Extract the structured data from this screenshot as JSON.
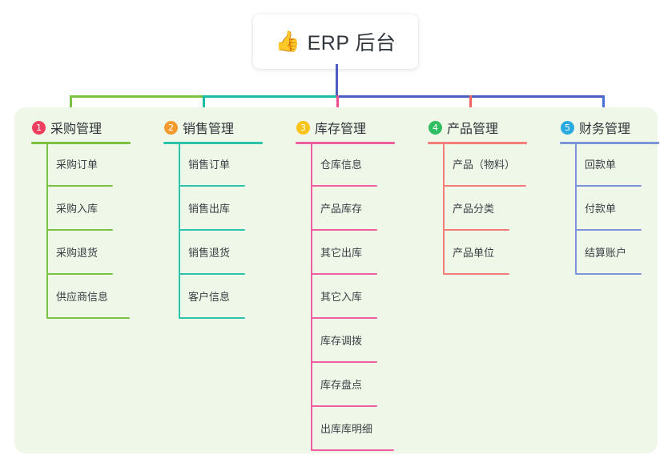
{
  "root": {
    "emoji": "👍",
    "emoji_name": "thumbs-up-emoji",
    "title": "ERP 后台"
  },
  "colors": {
    "panel_background": "#eff7e9",
    "page_background": "#ffffff",
    "text": "#2f3337",
    "trunk_blue": "#4d5cc0",
    "branch_green": "#7cc242",
    "branch_teal": "#18bfa5",
    "branch_pink": "#ef4d8f",
    "branch_red": "#f0625f",
    "branch_blue": "#4a6fd4",
    "badge_1": "#ef3f5e",
    "badge_2": "#f59a2e",
    "badge_3": "#fac315",
    "badge_4": "#2fbf62",
    "badge_5": "#29aae1"
  },
  "columns": [
    {
      "index": "1",
      "badge_color": "#ef3f5e",
      "line_color": "#7cc242",
      "title": "采购管理",
      "items": [
        {
          "label": "采购订单"
        },
        {
          "label": "采购入库"
        },
        {
          "label": "采购退货"
        },
        {
          "label": "供应商信息"
        }
      ]
    },
    {
      "index": "2",
      "badge_color": "#f59a2e",
      "line_color": "#2cc3ad",
      "title": "销售管理",
      "items": [
        {
          "label": "销售订单"
        },
        {
          "label": "销售出库"
        },
        {
          "label": "销售退货"
        },
        {
          "label": "客户信息"
        }
      ]
    },
    {
      "index": "3",
      "badge_color": "#fac315",
      "line_color": "#ef5fa0",
      "title": "库存管理",
      "items": [
        {
          "label": "仓库信息"
        },
        {
          "label": "产品库存"
        },
        {
          "label": "其它出库"
        },
        {
          "label": "其它入库"
        },
        {
          "label": "库存调拨"
        },
        {
          "label": "库存盘点"
        },
        {
          "label": "出库库明细"
        }
      ]
    },
    {
      "index": "4",
      "badge_color": "#2fbf62",
      "line_color": "#f47d79",
      "title": "产品管理",
      "items": [
        {
          "label": "产品（物料）"
        },
        {
          "label": "产品分类"
        },
        {
          "label": "产品单位"
        }
      ]
    },
    {
      "index": "5",
      "badge_color": "#29aae1",
      "line_color": "#7b95d8",
      "title": "财务管理",
      "items": [
        {
          "label": "回款单"
        },
        {
          "label": "付款单"
        },
        {
          "label": "结算账户"
        }
      ]
    }
  ]
}
